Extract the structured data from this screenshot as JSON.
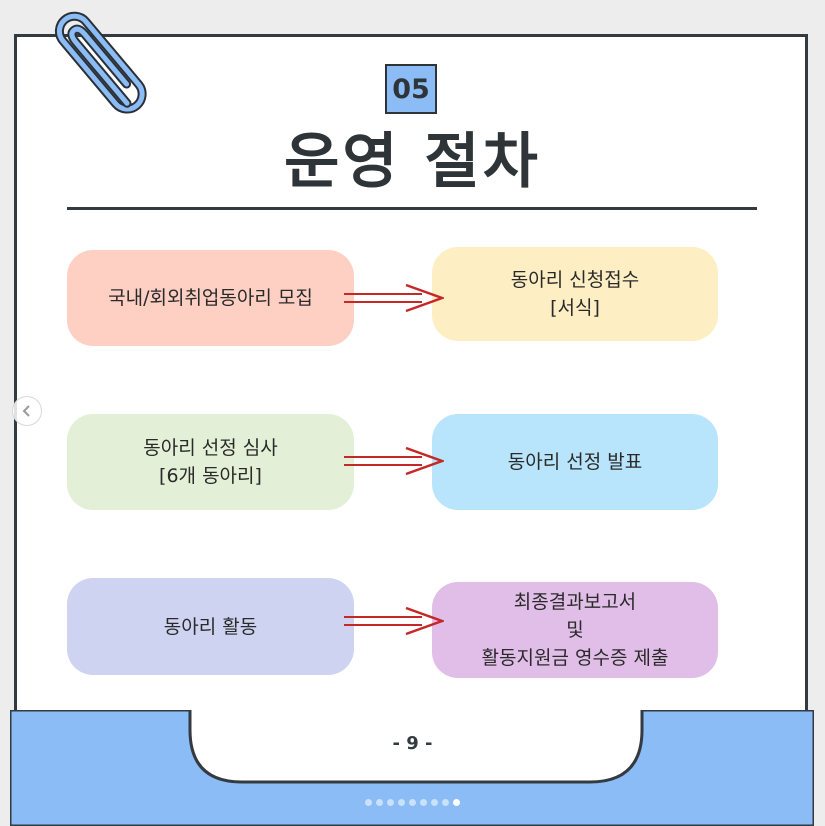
{
  "badge": "05",
  "title": "운영 절차",
  "steps": [
    {
      "lines": [
        "국내/회외취업동아리 모집"
      ],
      "color": "#fdd0c3"
    },
    {
      "lines": [
        "동아리 신청접수",
        "[서식]"
      ],
      "color": "#fdeec4"
    },
    {
      "lines": [
        "동아리 선정 심사",
        "[6개 동아리]"
      ],
      "color": "#e3efd6"
    },
    {
      "lines": [
        "동아리 선정 발표"
      ],
      "color": "#b8e5fb"
    },
    {
      "lines": [
        "동아리 활동"
      ],
      "color": "#cfd3f2"
    },
    {
      "lines": [
        "최종결과보고서",
        "및",
        "활동지원금 영수증 제출"
      ],
      "color": "#e1bee8"
    }
  ],
  "page_number": "- 9 -",
  "carousel": {
    "total": 9,
    "active": 9
  },
  "colors": {
    "accent": "#8bbcf5",
    "outline": "#333a40",
    "arrow": "#c62828"
  },
  "icons": {
    "clip": "paperclip-icon",
    "prev": "chevron-left-icon"
  }
}
